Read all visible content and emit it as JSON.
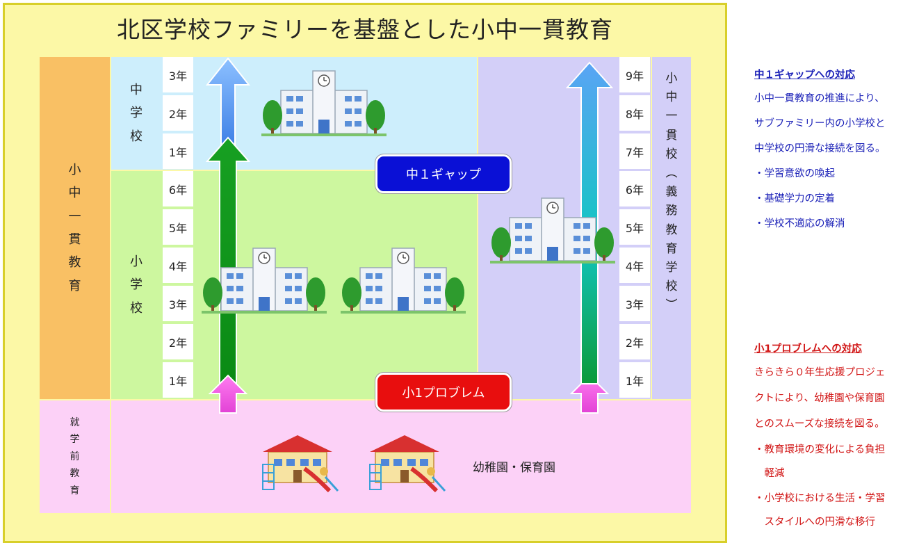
{
  "title": "北区学校ファミリーを基盤とした小中一貫教育",
  "left_column": {
    "integrated": [
      "小",
      "中",
      "一",
      "貫",
      "教",
      "育"
    ],
    "preschool": [
      "就",
      "学",
      "前",
      "教",
      "育"
    ]
  },
  "stage_labels": {
    "middle_school": [
      "中",
      "学",
      "校"
    ],
    "elementary_school": [
      "小",
      "学",
      "校"
    ]
  },
  "left_years": [
    "3年",
    "2年",
    "1年",
    "6年",
    "5年",
    "4年",
    "3年",
    "2年",
    "1年"
  ],
  "right_years": [
    "9年",
    "8年",
    "7年",
    "6年",
    "5年",
    "4年",
    "3年",
    "2年",
    "1年"
  ],
  "right_vertical": [
    "小",
    "中",
    "一",
    "貫",
    "校",
    "︵",
    "義",
    "務",
    "教",
    "育",
    "学",
    "校",
    "︶"
  ],
  "gap_labels": {
    "middle": "中１ギャップ",
    "elementary": "小1プロブレム"
  },
  "preschool_caption": "幼稚園・保育園",
  "colors": {
    "frame_bg": "#fcf8a6",
    "integrated_col": "#f9c064",
    "middle_bg": "#cdeefc",
    "elementary_bg": "#cdf79f",
    "compulsory_bg": "#d3cff8",
    "preschool_bg": "#fcd1f7",
    "middle_gap_box": "#0a10d6",
    "elementary_gap_box": "#e80e0e"
  },
  "side": {
    "middle_gap": {
      "title": "中１ギャップへの対応",
      "lines": [
        "小中一貫教育の推進により、",
        "サブファミリー内の小学校と",
        "中学校の円滑な接続を図る。",
        "・学習意欲の喚起",
        "・基礎学力の定着",
        "・学校不適応の解消"
      ]
    },
    "elementary_gap": {
      "title": "小1プロブレムへの対応",
      "lines": [
        "きらきら０年生応援プロジェ",
        "クトにより、幼稚園や保育園",
        "とのスムーズな接続を図る。",
        "・教育環境の変化による負担",
        "　軽減",
        "・小学校における生活・学習",
        "　スタイルへの円滑な移行"
      ]
    }
  },
  "icons": [
    "school-building-icon",
    "kindergarten-icon",
    "arrow-up-icon"
  ]
}
